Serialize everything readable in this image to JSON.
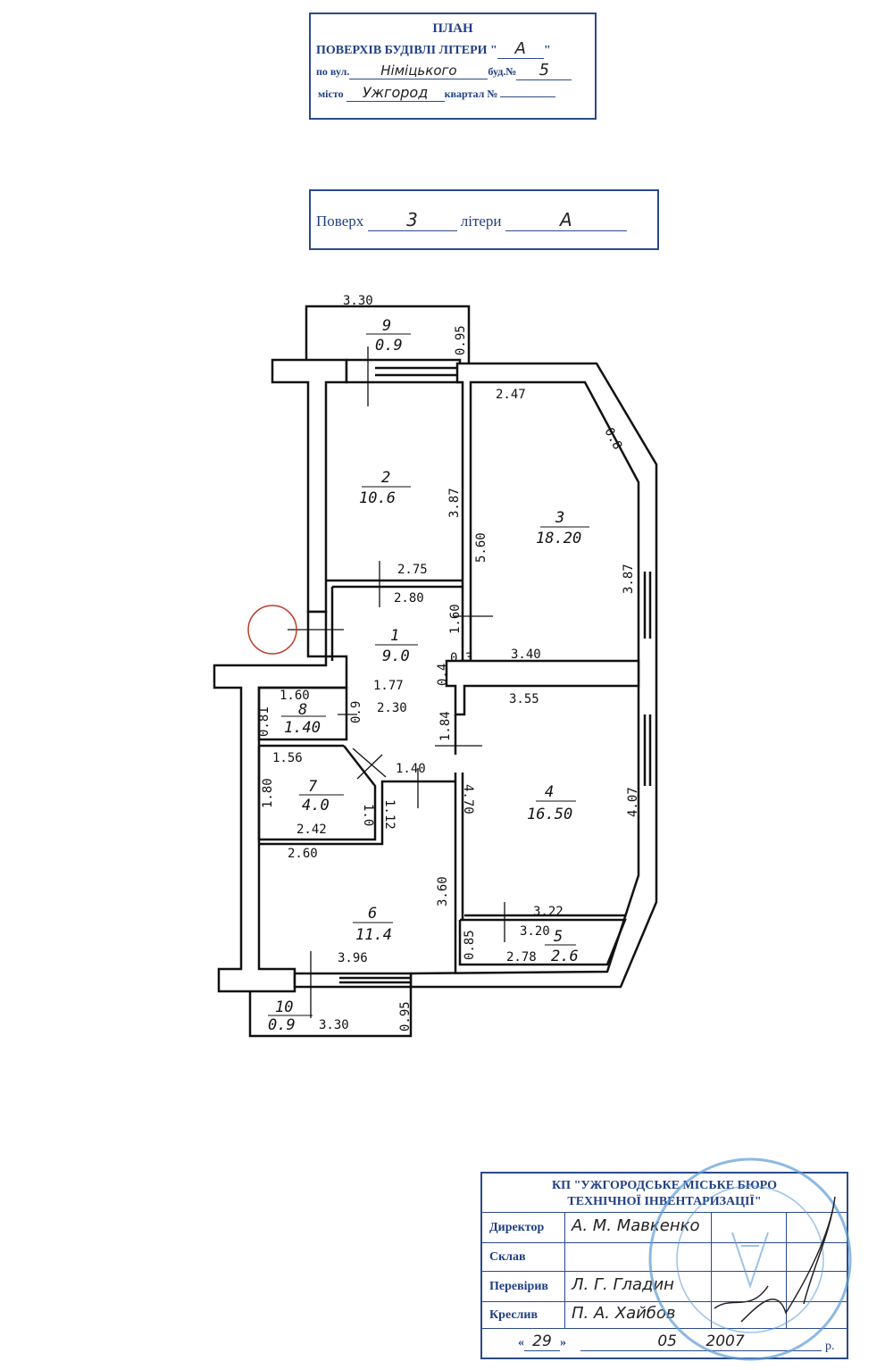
{
  "header": {
    "title": "ПЛАН",
    "subtitle_label": "ПОВЕРХІВ БУДІВЛІ ЛІТЕРИ",
    "letter": "А",
    "street_label": "по вул.",
    "street": "Німіцького",
    "building_label": "буд.№",
    "building": "5",
    "city_label": "місто",
    "city": "Ужгород",
    "quarter_label": "квартал №",
    "quarter": ""
  },
  "floor_box": {
    "floor_label": "Поверх",
    "floor": "3",
    "letter_label": "літери",
    "letter": "А"
  },
  "plan": {
    "rooms": [
      {
        "number": "1",
        "area": "9.0"
      },
      {
        "number": "2",
        "area": "10.6"
      },
      {
        "number": "3",
        "area": "18.20"
      },
      {
        "number": "4",
        "area": "16.50"
      },
      {
        "number": "5",
        "area": "2.6"
      },
      {
        "number": "6",
        "area": "11.4"
      },
      {
        "number": "7",
        "area": "4.0"
      },
      {
        "number": "8",
        "area": "1.40"
      },
      {
        "number": "9",
        "area": "0.9"
      },
      {
        "number": "10",
        "area": "0.9"
      }
    ],
    "dimensions": [
      "3.30",
      "0.95",
      "2.47",
      "0.8",
      "3.87",
      "5.60",
      "3.87",
      "2.75",
      "2.80",
      "1.60",
      "0.3",
      "0.4",
      "3.40",
      "1.77",
      "2.30",
      "1.84",
      "3.55",
      "1.60",
      "0.81",
      "0.9",
      "1.56",
      "1.80",
      "2.42",
      "1.0",
      "1.12",
      "1.40",
      "4.70",
      "4.07",
      "2.60",
      "3.60",
      "3.22",
      "3.20",
      "0.85",
      "2.78",
      "3.96",
      "3.30",
      "0.95"
    ]
  },
  "stamp": {
    "org_line1": "КП \"УЖГОРОДСЬКЕ МІСЬКЕ БЮРО",
    "org_line2": "ТЕХНІЧНОЇ ІНВЕНТАРИЗАЦІЇ\"",
    "director_label": "Директор",
    "director": "А. М. Мавкенко",
    "composed_label": "Склав",
    "checked_label": "Перевірив",
    "checked": "Л. Г. Гладин",
    "drawn_label": "Креслив",
    "drawn": "П. А. Хайбов",
    "date_day": "29",
    "date_month": "05",
    "date_year": "2007",
    "year_suffix": "р."
  },
  "colors": {
    "stamp_blue": "#2a4a8a",
    "seal_blue": "#5b9bd5",
    "marker_red": "#c0392b"
  }
}
